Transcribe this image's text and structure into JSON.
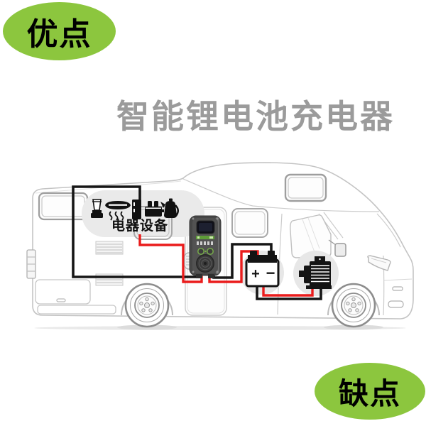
{
  "badges": {
    "advantages": {
      "label": "优点",
      "color": "#8cc63e",
      "text_color": "#000000"
    },
    "disadvantages": {
      "label": "缺点",
      "color": "#8cc63e",
      "text_color": "#000000"
    }
  },
  "title": {
    "text": "智能锂电池充电器",
    "color": "#9b9b9b"
  },
  "diagram": {
    "vehicle": "rv-motorhome-line-art",
    "appliance_bubble": {
      "label": "电器设备",
      "icons": [
        "blender-icon",
        "heater-icon",
        "refrigerator-icon",
        "toaster-icon",
        "kettle-icon"
      ]
    },
    "charger": {
      "name": "lithium-battery-charger",
      "body_color": "#474747",
      "led_strip_color": "#5e9c38"
    },
    "battery": {
      "name": "battery",
      "plus_label": "+",
      "minus_label": "−"
    },
    "motor": {
      "name": "electric-motor"
    },
    "wires": {
      "positive_color": "#ea1c1c",
      "negative_color": "#161616"
    }
  }
}
